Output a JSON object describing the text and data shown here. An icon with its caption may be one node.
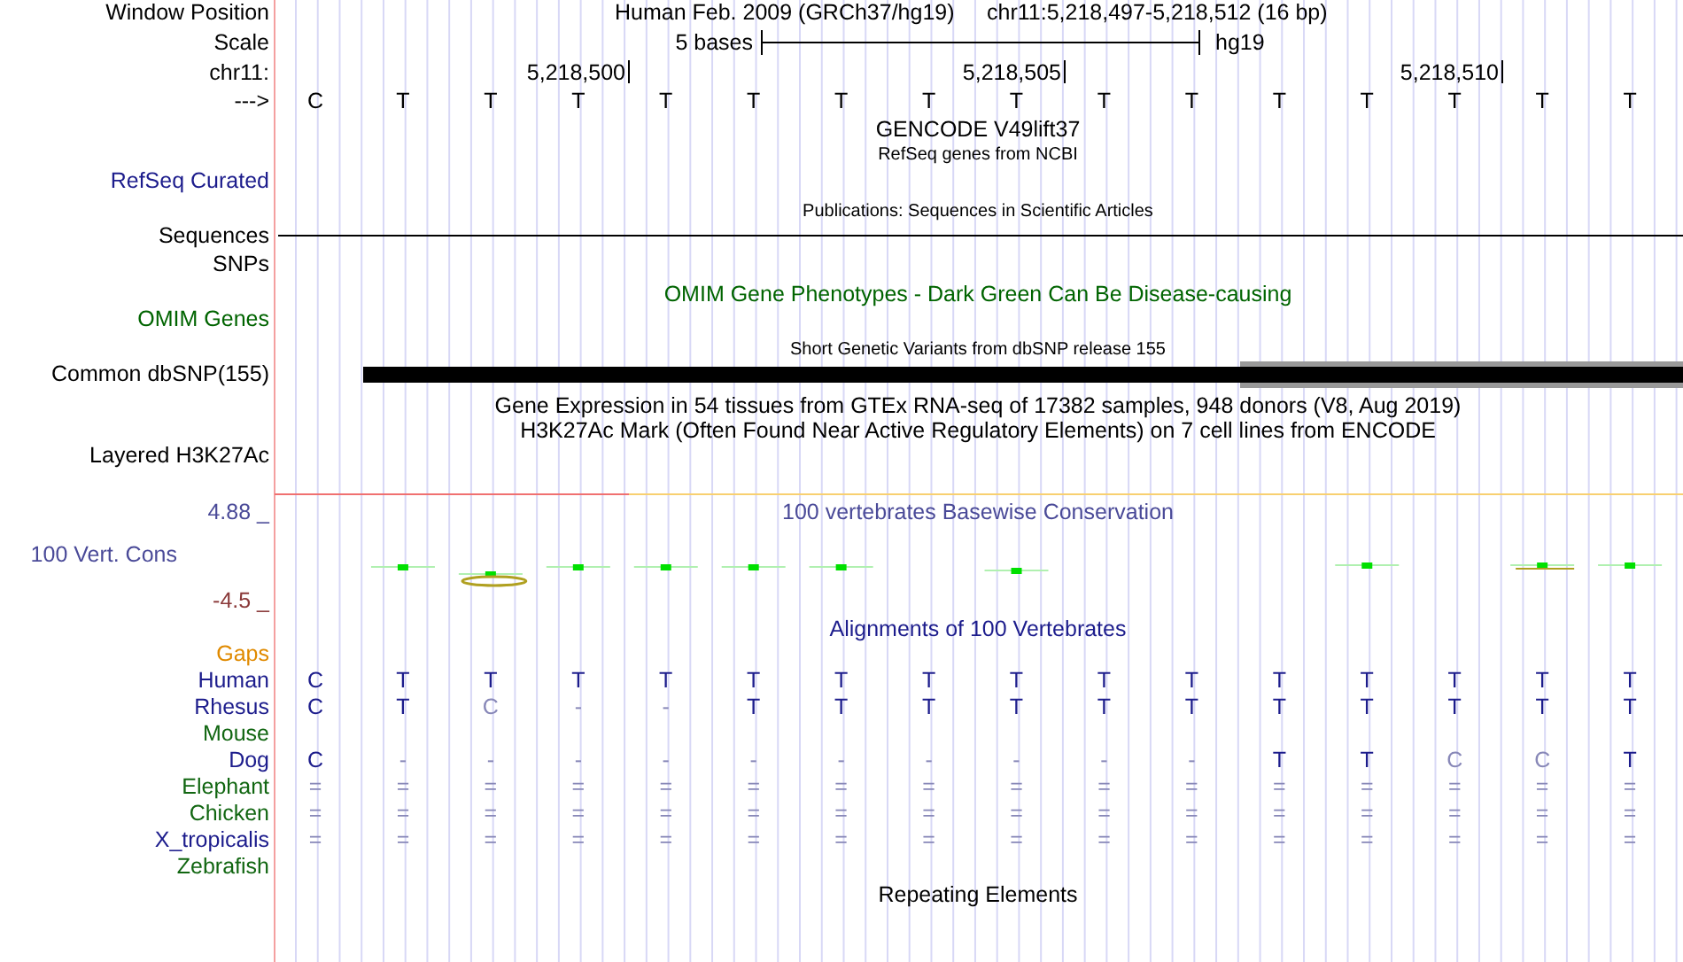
{
  "diagram": {
    "labels": [
      "Window Position",
      "Human Feb. 2009 (GRCh37/hg19)",
      "chr11:5,218,497-5,218,512 (16 bp)",
      "Scale",
      "5 bases",
      "hg19",
      "chr11:",
      "5,218,500",
      "5,218,505",
      "5,218,510",
      "--->",
      "C",
      "T",
      "T",
      "T",
      "T",
      "T",
      "T",
      "T",
      "T",
      "T",
      "T",
      "T",
      "T",
      "T",
      "T",
      "T",
      "GENCODE V49lift37",
      "RefSeq genes from NCBI",
      "RefSeq Curated",
      "Publications: Sequences in Scientific Articles",
      "Sequences",
      "SNPs",
      "OMIM Gene Phenotypes - Dark Green Can Be Disease-causing",
      "OMIM Genes",
      "Short Genetic Variants from dbSNP release 155",
      "Common dbSNP(155)",
      "Gene Expression in 54 tissues from GTEx RNA-seq of 17382 samples, 948 donors (V8, Aug 2019)",
      "H3K27Ac Mark (Often Found Near Active Regulatory Elements) on 7 cell lines from ENCODE",
      "Layered H3K27Ac",
      "4.88 _",
      "100 vertebrates Basewise Conservation",
      "100 Vert. Cons",
      "-4.5 _",
      "Alignments of 100 Vertebrates",
      "Gaps",
      "Human",
      "C",
      "T",
      "T",
      "T",
      "T",
      "T",
      "T",
      "T",
      "T",
      "T",
      "T",
      "T",
      "T",
      "T",
      "T",
      "T",
      "Rhesus",
      "C",
      "T",
      "C",
      "-",
      "-",
      "T",
      "T",
      "T",
      "T",
      "T",
      "T",
      "T",
      "T",
      "T",
      "T",
      "T",
      "Mouse",
      "Dog",
      "C",
      "-",
      "-",
      "-",
      "-",
      "-",
      "-",
      "-",
      "-",
      "-",
      "-",
      "T",
      "T",
      "C",
      "C",
      "T",
      "Elephant",
      "=",
      "=",
      "=",
      "=",
      "=",
      "=",
      "=",
      "=",
      "=",
      "=",
      "=",
      "=",
      "=",
      "=",
      "=",
      "=",
      "Chicken",
      "=",
      "=",
      "=",
      "=",
      "=",
      "=",
      "=",
      "=",
      "=",
      "=",
      "=",
      "=",
      "=",
      "=",
      "=",
      "=",
      "X_tropicalis",
      "=",
      "=",
      "=",
      "=",
      "=",
      "=",
      "=",
      "=",
      "=",
      "=",
      "=",
      "=",
      "=",
      "=",
      "=",
      "=",
      "Zebrafish",
      "Repeating Elements"
    ]
  }
}
